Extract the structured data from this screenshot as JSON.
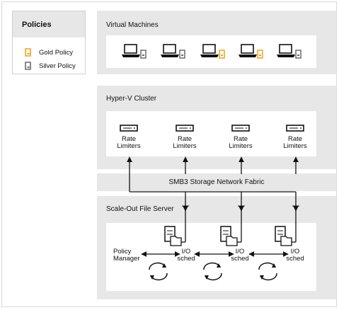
{
  "colors": {
    "gold": "#f0a11e",
    "silver": "#6b6b6b",
    "panel": "#e7e7e7"
  },
  "legend": {
    "title": "Policies",
    "items": [
      {
        "label": "Gold Policy",
        "icon": "gold-policy-icon"
      },
      {
        "label": "Silver Policy",
        "icon": "silver-policy-icon"
      }
    ]
  },
  "vm_section": {
    "title": "Virtual Machines",
    "vms": [
      "silver",
      "silver",
      "gold",
      "gold",
      "silver"
    ]
  },
  "cluster_section": {
    "title": "Hyper-V Cluster",
    "limiters": [
      {
        "line1": "Rate",
        "line2": "Limiters"
      },
      {
        "line1": "Rate",
        "line2": "Limiters"
      },
      {
        "line1": "Rate",
        "line2": "Limiters"
      },
      {
        "line1": "Rate",
        "line2": "Limiters"
      }
    ]
  },
  "fabric": {
    "label": "SMB3 Storage Network Fabric"
  },
  "sofs_section": {
    "title": "Scale-Out File Server",
    "policy_manager": {
      "line1": "Policy",
      "line2": "Manager"
    },
    "schedulers": [
      {
        "line1": "I/O",
        "line2": "sched"
      },
      {
        "line1": "I/O",
        "line2": "sched"
      },
      {
        "line1": "I/O",
        "line2": "sched"
      }
    ]
  }
}
